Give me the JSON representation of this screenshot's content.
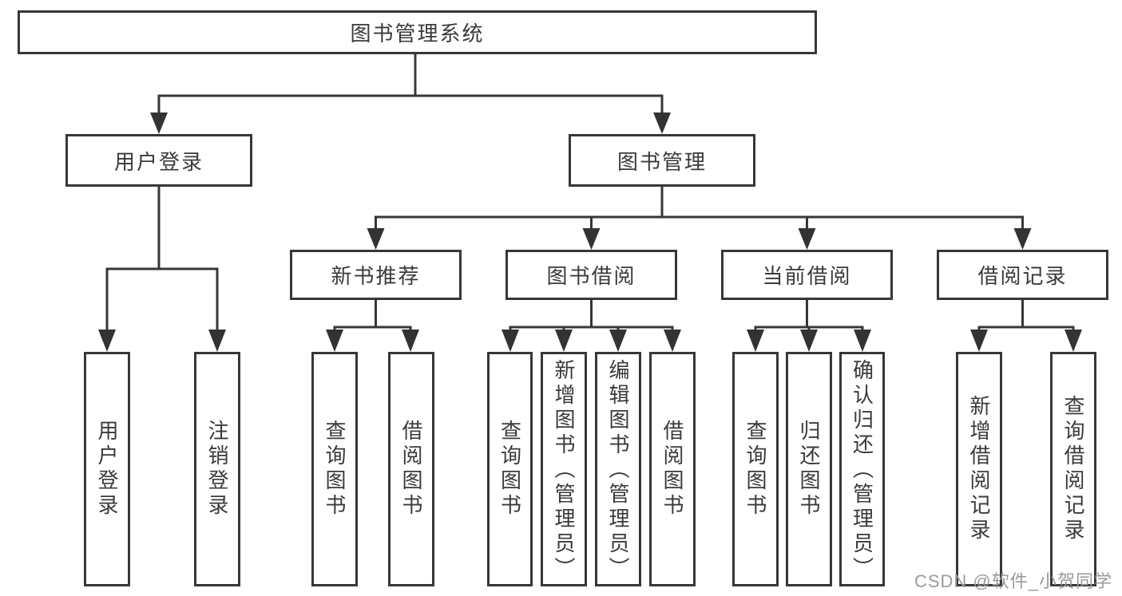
{
  "root_label": "图书管理系统",
  "branches": {
    "user_login": {
      "label": "用户登录",
      "children": [
        "用户登录",
        "注销登录"
      ]
    },
    "book_mgmt": {
      "label": "图书管理"
    }
  },
  "modules": [
    {
      "label": "新书推荐",
      "children": [
        "查询图书",
        "借阅图书"
      ]
    },
    {
      "label": "图书借阅",
      "children": [
        "查询图书",
        "新增图书（管理员）",
        "编辑图书（管理员）",
        "借阅图书"
      ]
    },
    {
      "label": "当前借阅",
      "children": [
        "查询图书",
        "归还图书",
        "确认归还（管理员）"
      ]
    },
    {
      "label": "借阅记录",
      "children": [
        "新增借阅记录",
        "查询借阅记录"
      ]
    }
  ],
  "watermark": "CSDN @软件_小贺同学",
  "colors": {
    "line": "#373737",
    "box_border": "#373737",
    "text": "#3a3a3a",
    "watermark": "#9a9a9a",
    "background": "#ffffff"
  }
}
